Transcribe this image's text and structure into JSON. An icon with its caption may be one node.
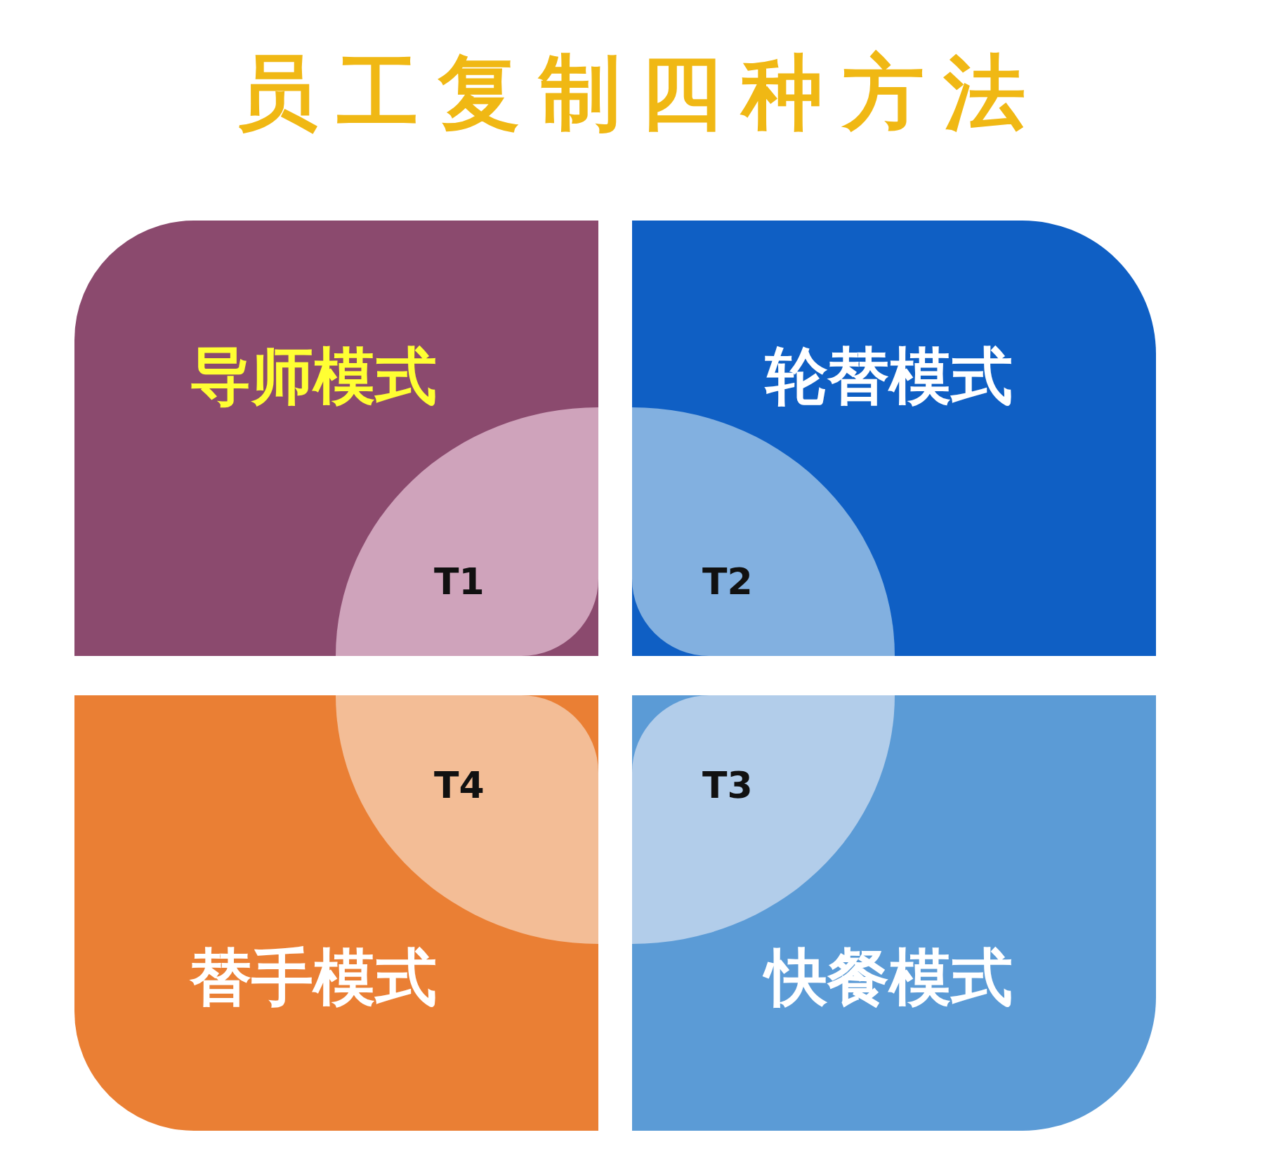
{
  "diagram": {
    "title": "员工复制四种方法",
    "nodes": [
      {
        "text": [
          "导师模式"
        ]
      },
      {
        "text": [
          "T1"
        ],
        "in": 0
      },
      {
        "text": [
          "轮替模式"
        ]
      },
      {
        "text": [
          "T2"
        ],
        "in": 2
      },
      {
        "text": [
          "替手模式"
        ]
      },
      {
        "text": [
          "T4"
        ],
        "in": 4
      },
      {
        "text": [
          "快餐模式"
        ]
      },
      {
        "text": [
          "T3"
        ],
        "in": 6
      }
    ],
    "edges": []
  }
}
